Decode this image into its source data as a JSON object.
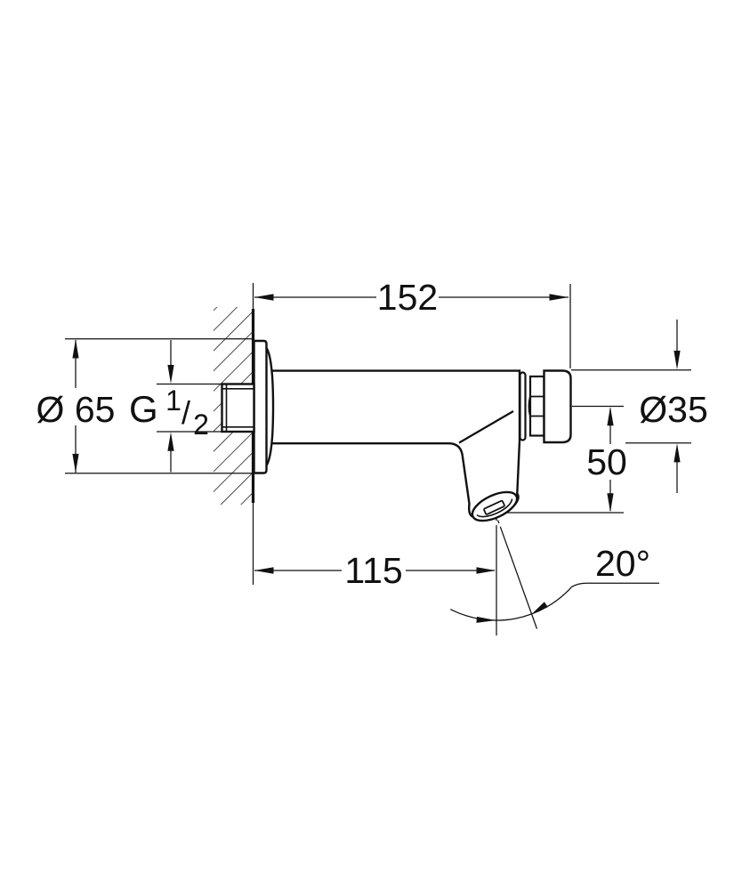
{
  "colors": {
    "ink": "#111111",
    "paper": "#ffffff"
  },
  "drawing": {
    "type": "technical-dimension-drawing",
    "subject": "wall-mounted self-closing tap, side elevation",
    "units": "mm",
    "labels": {
      "length_overall": "152",
      "flange_diameter": "Ø 65",
      "thread_full": "G 1/2",
      "thread_g": "G",
      "thread_num": "1",
      "thread_slash": "/",
      "thread_den": "2",
      "knob_diameter": "Ø35",
      "outlet_drop": "50",
      "spout_reach": "115",
      "flow_angle": "20°"
    }
  }
}
